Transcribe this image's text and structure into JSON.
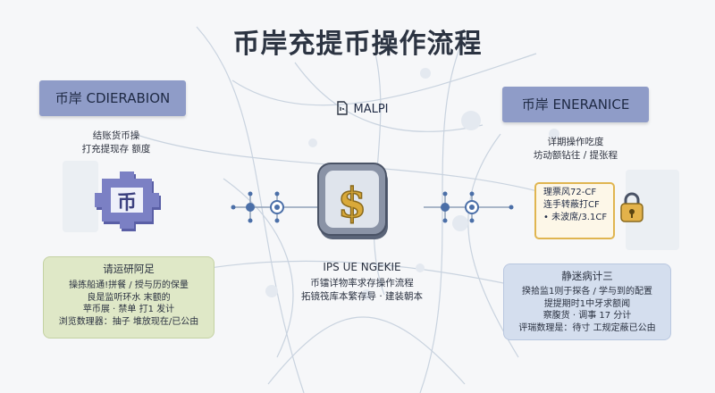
{
  "title": "币岸充提币操作流程",
  "left": {
    "header": "币岸 CDIERABION",
    "sub_lines": [
      "结账货币操",
      "打充提现存 额度"
    ],
    "card": {
      "heading": "请运研阿足",
      "lines": [
        "操拣船通!拼餐 / 授与历的保量",
        "良是监听环水 末额的",
        "苹币展 · 禁单 打1 发计",
        "浏览数理器：抽子 堆放现在/已公由"
      ]
    }
  },
  "center": {
    "label": "MALPI",
    "caption_title": "IPS UE NGEKIE",
    "caption_lines": [
      "币镭详物率求存操作流程",
      "拓镜筏库本繁存导 · 建装朝本"
    ]
  },
  "right": {
    "header": "币岸 ENERANICE",
    "sub_lines": [
      "详期操作吃度",
      "坊动额钻往 / 提张程"
    ],
    "ticket_lines": [
      "理票风72-CF",
      "连手转蔽打CF",
      "• 未波席/3.1CF"
    ],
    "card": {
      "heading": "静迷病计三",
      "lines": [
        "揆拾监1则于探各 / 学与到的配置",
        "提提期时1中牙求额闻",
        "察腹货 · 调事 17 分计",
        "评瑞数理是：待寸 工规定蔽已公由"
      ]
    }
  },
  "colors": {
    "header_fill": "#8f9cc8",
    "left_card_fill": "#dfe8c7",
    "right_card_fill": "#d4deee",
    "coin_gold": "#d9a93a",
    "node_blue": "#4b6fa8",
    "icon_purple": "#6f73b8"
  }
}
